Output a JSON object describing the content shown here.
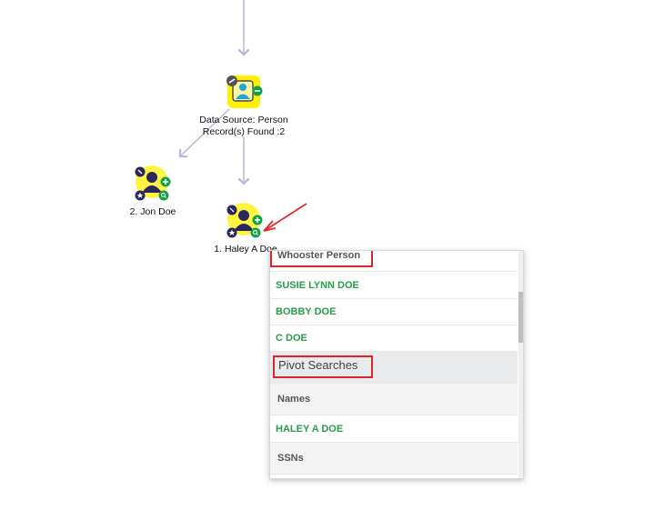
{
  "nodes": {
    "data_source": {
      "label_line1": "Data Source: Person",
      "label_line2": "Record(s) Found :2"
    },
    "jon": {
      "label": "2.  Jon Doe"
    },
    "haley": {
      "label": "1.  Haley A Doe"
    }
  },
  "popup": {
    "whooster_header": "Whooster Person",
    "items": [
      "SUSIE LYNN DOE",
      "BOBBY DOE",
      "C DOE"
    ],
    "pivot_header": "Pivot Searches",
    "names_header": "Names",
    "names_item": "HALEY A DOE",
    "ssns_header": "SSNs"
  },
  "colors": {
    "edge": "#b9b7d6",
    "highlight": "#fff200",
    "node_dark": "#2b2560",
    "node_green": "#12a34a",
    "node_blue": "#1ba6e0",
    "annotation_red": "#e32b2b"
  }
}
